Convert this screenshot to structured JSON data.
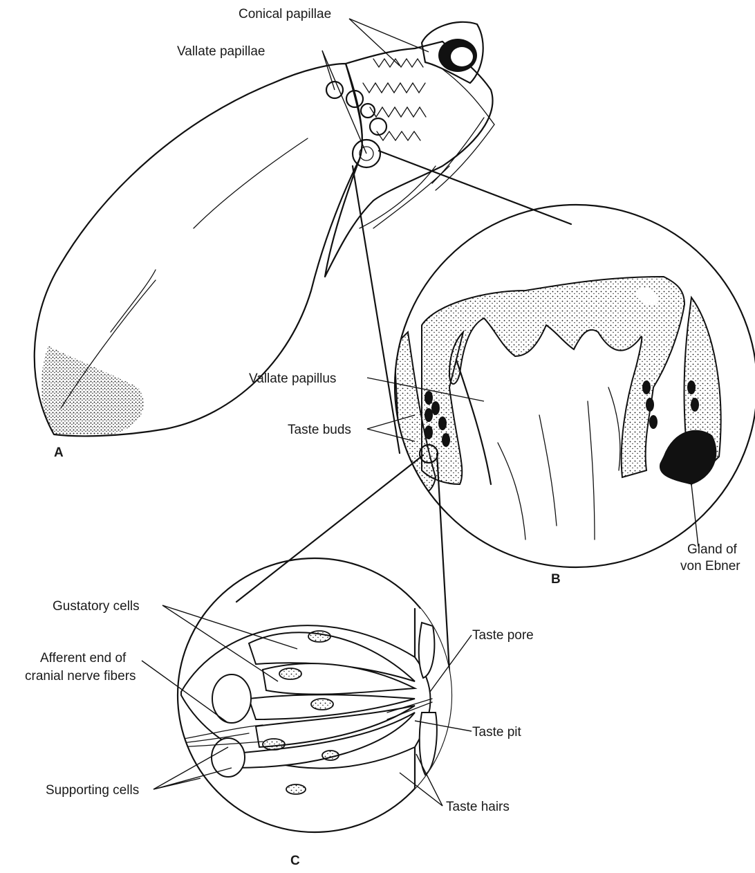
{
  "panels": {
    "a": "A",
    "b": "B",
    "c": "C"
  },
  "labels": {
    "conical_papillae": "Conical papillae",
    "vallate_papillae": "Vallate papillae",
    "vallate_papillus": "Vallate papillus",
    "taste_buds": "Taste buds",
    "gland_line1": "Gland of",
    "gland_line2": "von Ebner",
    "gustatory_cells": "Gustatory cells",
    "afferent_line1": "Afferent end of",
    "afferent_line2": "cranial nerve fibers",
    "supporting_cells": "Supporting cells",
    "taste_pore": "Taste pore",
    "taste_pit": "Taste pit",
    "taste_hairs": "Taste hairs"
  }
}
